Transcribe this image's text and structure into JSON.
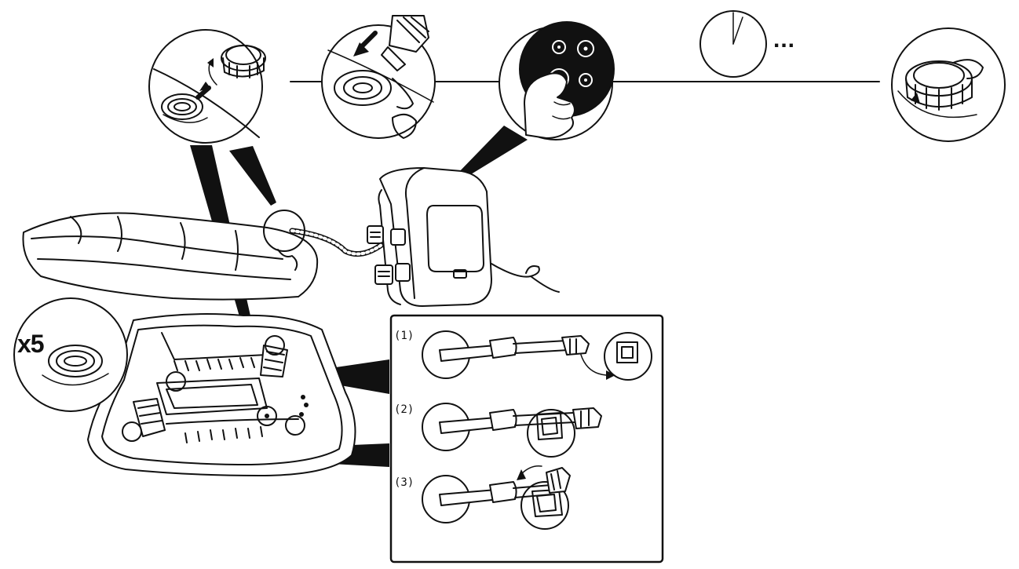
{
  "labels": {
    "quantity": "x5",
    "step_1": "(1)",
    "step_2": "(2)",
    "step_3": "(3)",
    "wait": "..."
  },
  "colors": {
    "ink": "#111111",
    "paper": "#ffffff"
  },
  "icons": [
    "valve-icon",
    "hose-connector-icon",
    "control-panel-icon",
    "clock-icon",
    "valve-cap-icon",
    "pump-icon",
    "strap-buckle-icon"
  ]
}
